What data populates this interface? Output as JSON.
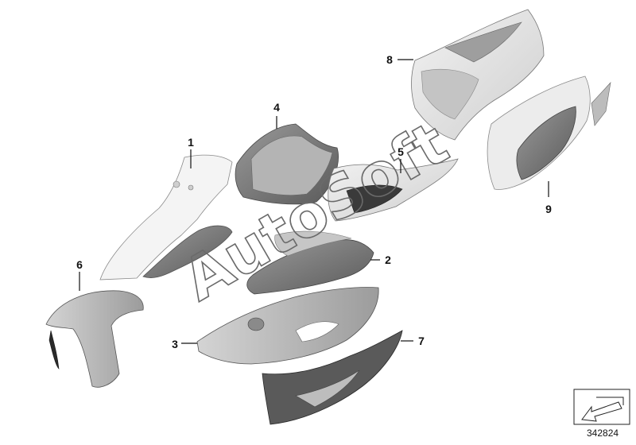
{
  "callouts": [
    {
      "id": "1",
      "label": "1"
    },
    {
      "id": "2",
      "label": "2"
    },
    {
      "id": "3",
      "label": "3"
    },
    {
      "id": "4",
      "label": "4"
    },
    {
      "id": "5",
      "label": "5"
    },
    {
      "id": "6",
      "label": "6"
    },
    {
      "id": "7",
      "label": "7"
    },
    {
      "id": "8",
      "label": "8"
    },
    {
      "id": "9",
      "label": "9"
    }
  ],
  "reference_number": "342824",
  "watermark": "AutoSoft",
  "colors": {
    "part_light": "#e8e8e8",
    "part_mid": "#bdbdbd",
    "part_dark": "#7a7a7a",
    "part_black": "#2a2a2a",
    "outline": "#555555",
    "leader": "#111111"
  },
  "icons": {
    "corner_symbol": "direction-arrow-icon"
  }
}
